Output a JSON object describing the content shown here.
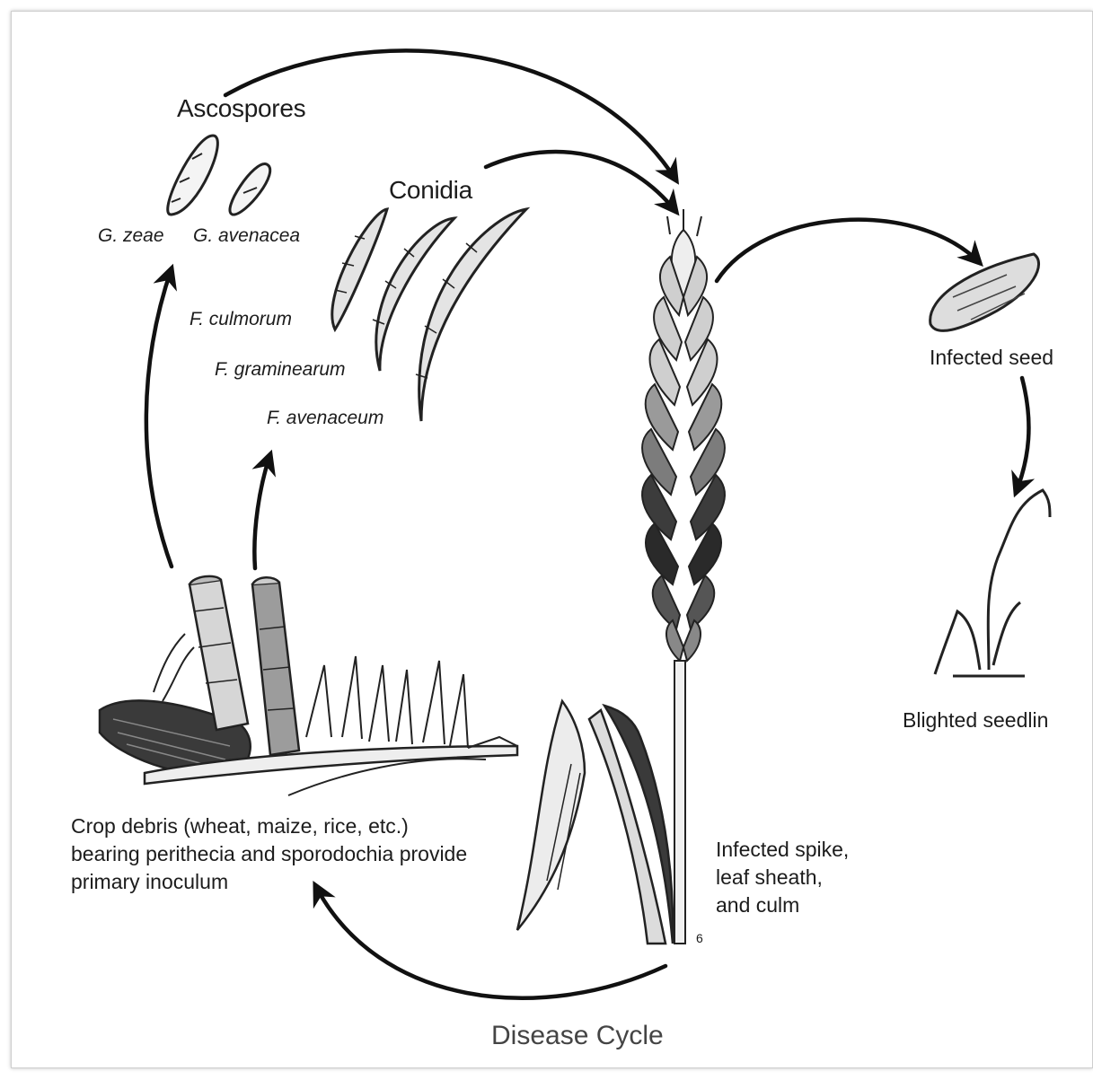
{
  "diagram": {
    "caption": "Disease Cycle",
    "ascospores": {
      "title": "Ascospores",
      "species": [
        "G. zeae",
        "G. avenacea"
      ]
    },
    "conidia": {
      "title": "Conidia",
      "species": [
        "F. culmorum",
        "F. graminearum",
        "F. avenaceum"
      ]
    },
    "infected_seed": "Infected seed",
    "blighted_seedling": "Blighted seedlin",
    "crop_debris": "Crop debris (wheat, maize, rice, etc.)\nbearing perithecia and sporodochia provide\nprimary inoculum",
    "infected_spike": "Infected spike,\nleaf sheath,\nand culm",
    "figure_number": "6"
  }
}
